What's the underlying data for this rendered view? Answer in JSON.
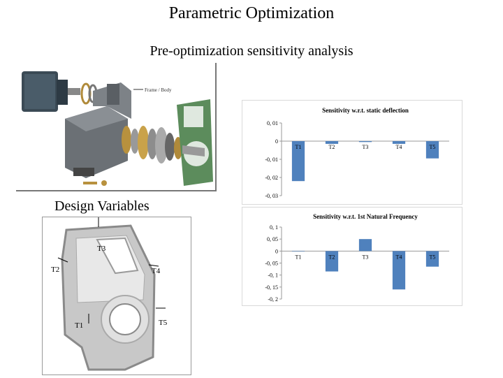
{
  "slide": {
    "title": "Parametric Optimization",
    "subtitle": "Pre-optimization sensitivity analysis",
    "design_label": "Design Variables",
    "photo_callout": "Frame / Body",
    "variables": [
      "T3",
      "T2",
      "T4",
      "T1",
      "T5"
    ]
  },
  "colors": {
    "bar": "#4f81bd",
    "frame": "#5c8c5c",
    "motor": "#3b4a55"
  },
  "chart_data": [
    {
      "type": "bar",
      "title": "Sensitivity w.r.t. static deflection",
      "categories": [
        "T1",
        "T2",
        "T3",
        "T4",
        "T5"
      ],
      "values": [
        -0.022,
        -0.0015,
        -0.0005,
        -0.0015,
        -0.0095
      ],
      "ylim": [
        -0.03,
        0.01
      ],
      "yticks": [
        0.01,
        0,
        -0.01,
        -0.02,
        -0.03
      ],
      "ytick_labels": [
        "0, 01",
        "0",
        "-0, 01",
        "-0, 02",
        "-0, 03"
      ],
      "grid": false,
      "legend": "none"
    },
    {
      "type": "bar",
      "title": "Sensitivity w.r.t. 1st Natural Frequency",
      "categories": [
        "T1",
        "T2",
        "T3",
        "T4",
        "T5"
      ],
      "values": [
        0.0,
        -0.085,
        0.05,
        -0.16,
        -0.065
      ],
      "ylim": [
        -0.2,
        0.1
      ],
      "yticks": [
        0.1,
        0.05,
        0,
        -0.05,
        -0.1,
        -0.15,
        -0.2
      ],
      "ytick_labels": [
        "0, 1",
        "0, 05",
        "0",
        "-0, 05",
        "-0, 1",
        "-0, 15",
        "-0, 2"
      ],
      "grid": false,
      "legend": "none"
    }
  ]
}
